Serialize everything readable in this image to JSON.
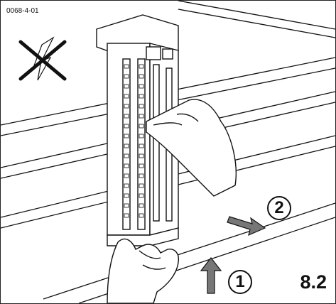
{
  "figure": {
    "doc_id": "0068-4-01",
    "figure_number": "8.2",
    "steps": [
      "1",
      "2"
    ]
  },
  "icons": {
    "no_voltage": "crossed-out-lightning-icon",
    "arrow_up": "arrow-up-icon",
    "arrow_right": "arrow-right-icon"
  },
  "colors": {
    "ink": "#111111",
    "arrow_gray": "#777777",
    "background": "#ffffff"
  }
}
